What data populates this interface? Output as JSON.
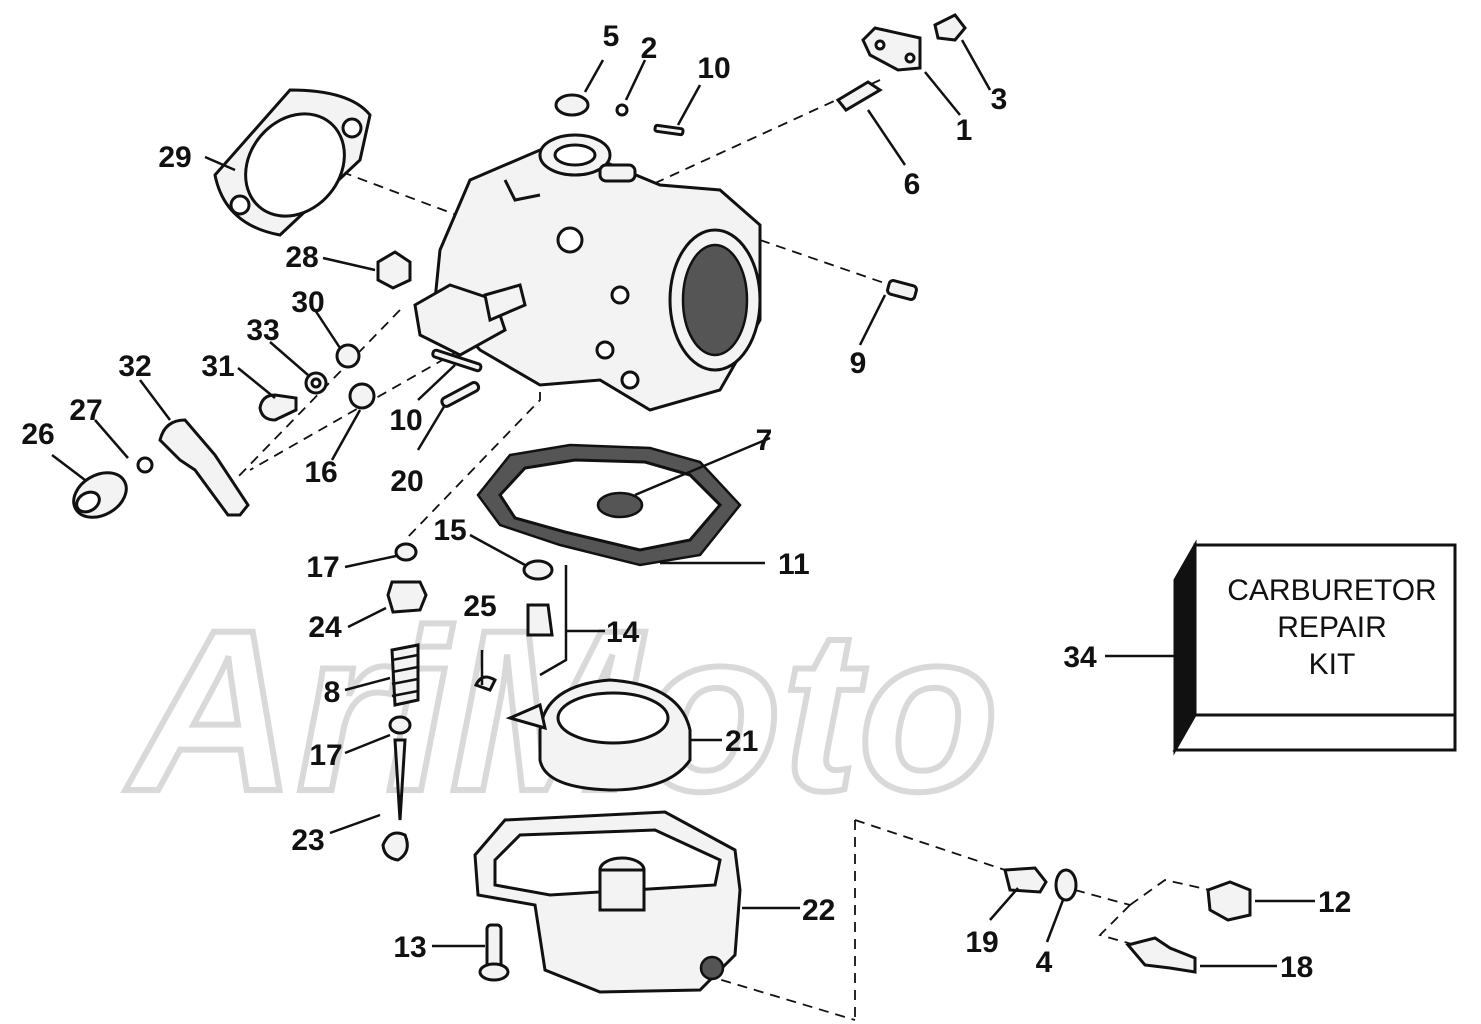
{
  "callouts": {
    "c1": "1",
    "c2": "2",
    "c3": "3",
    "c4": "4",
    "c5": "5",
    "c6": "6",
    "c7": "7",
    "c8": "8",
    "c9": "9",
    "c10a": "10",
    "c10b": "10",
    "c11": "11",
    "c12": "12",
    "c13": "13",
    "c14": "14",
    "c15": "15",
    "c16": "16",
    "c17a": "17",
    "c17b": "17",
    "c18": "18",
    "c19": "19",
    "c20": "20",
    "c21": "21",
    "c22": "22",
    "c23": "23",
    "c24": "24",
    "c25": "25",
    "c26": "26",
    "c27": "27",
    "c28": "28",
    "c29": "29",
    "c30": "30",
    "c31": "31",
    "c32": "32",
    "c33": "33",
    "c34": "34"
  },
  "repair_kit": {
    "line1": "CARBURETOR",
    "line2": "REPAIR",
    "line3": "KIT"
  },
  "watermark": {
    "text": "AriMoto"
  }
}
